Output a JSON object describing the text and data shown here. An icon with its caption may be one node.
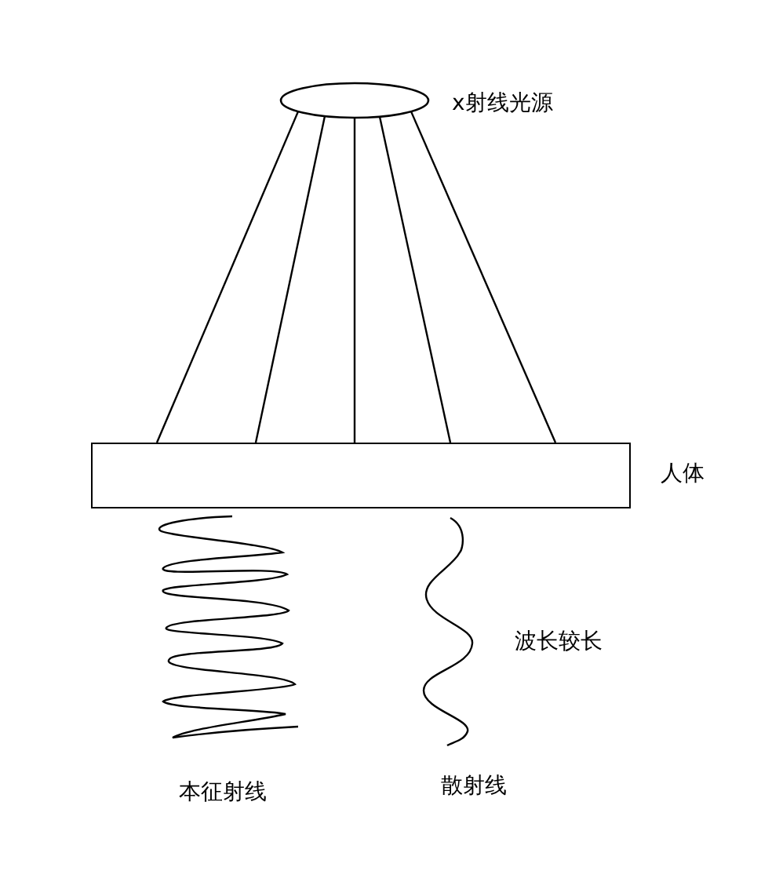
{
  "diagram": {
    "nodes": [
      {
        "text": [],
        "shape": "ellipse",
        "beside": [
          "x射线光源"
        ]
      },
      {
        "text": [],
        "shape": "box",
        "beside": [
          "人体"
        ]
      }
    ],
    "edges": [
      {
        "from": 0,
        "to": 1,
        "arrow": "none"
      },
      {
        "from": 0,
        "to": 1,
        "arrow": "none"
      },
      {
        "from": 0,
        "to": 1,
        "arrow": "none"
      },
      {
        "from": 0,
        "to": 1,
        "arrow": "none"
      },
      {
        "from": 0,
        "to": 1,
        "arrow": "none"
      }
    ],
    "labels": [
      "波长较长",
      "本征射线",
      "散射线"
    ]
  }
}
